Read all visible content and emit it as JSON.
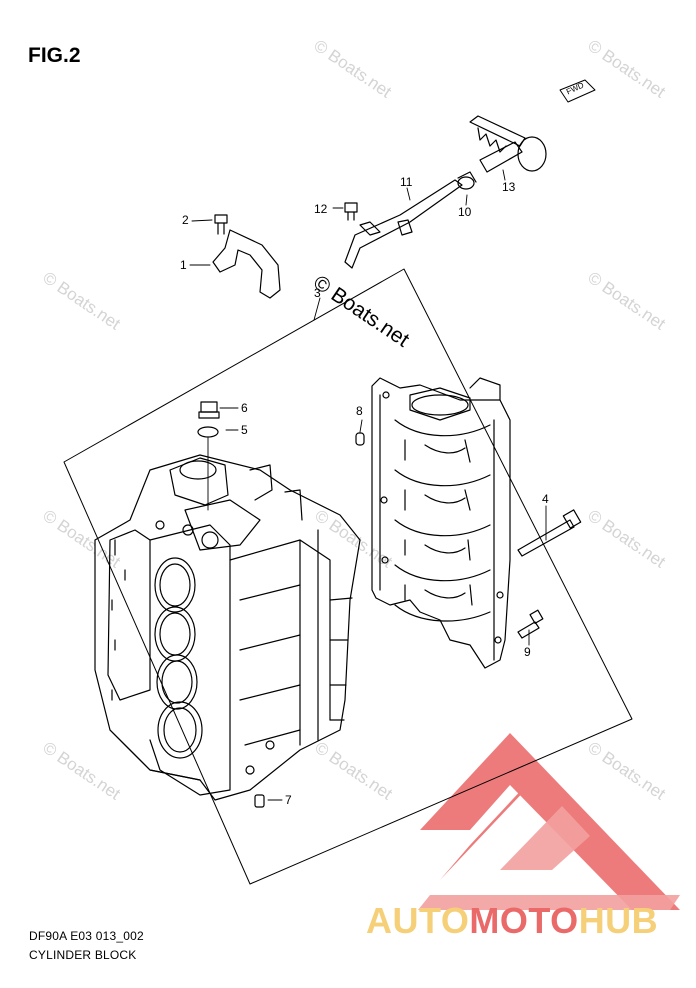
{
  "figure": {
    "label": "FIG.2"
  },
  "footer": {
    "code": "DF90A E03 013_002",
    "title": "CYLINDER BLOCK"
  },
  "watermark": {
    "text": "© Boats.net"
  },
  "center_watermark": {
    "text": "© Boats.net"
  },
  "direction_badge": {
    "text": "FWD"
  },
  "callouts": [
    "1",
    "2",
    "3",
    "4",
    "5",
    "6",
    "7",
    "8",
    "9",
    "10",
    "11",
    "12",
    "13"
  ],
  "brand": {
    "part1": "AUTO",
    "part2": "MOTO",
    "part3": "HUB",
    "colors": {
      "light": "#f6cf79",
      "red": "#ea6a6a"
    }
  }
}
